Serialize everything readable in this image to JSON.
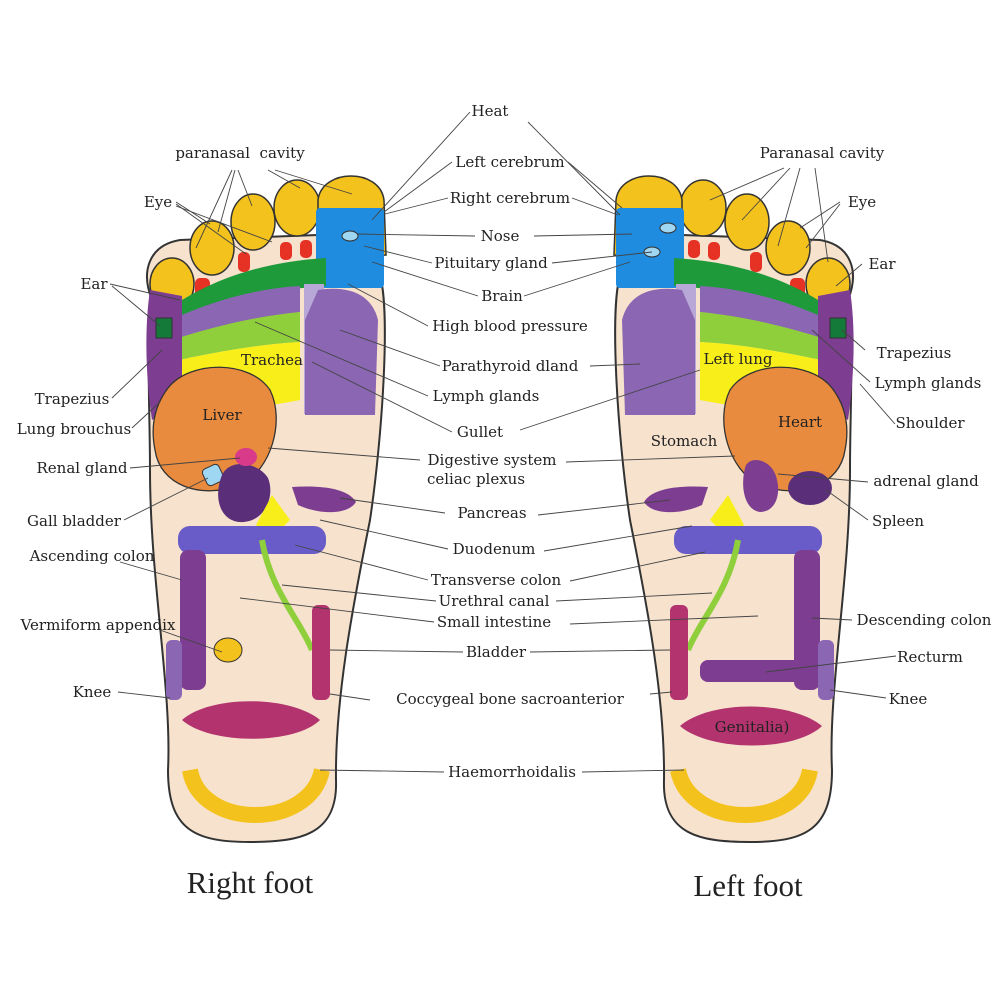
{
  "titles": {
    "right_foot": "Right foot",
    "left_foot": "Left foot"
  },
  "right_labels": {
    "paranasal": "paranasal  cavity",
    "eye": "Eye",
    "ear": "Ear",
    "trapezius": "Trapezius",
    "lung": "Lung brouchus",
    "renal": "Renal gland",
    "gall": "Gall bladder",
    "ascending": "Ascending colon",
    "vermiform": "Vermiform appendix",
    "knee": "Knee"
  },
  "center_labels": {
    "heat": "Heat",
    "left_cerebrum": "Left cerebrum",
    "right_cerebrum": "Right cerebrum",
    "nose": "Nose",
    "pituitary": "Pituitary gland",
    "brain": "Brain",
    "hbp": "High blood pressure",
    "parathyroid": "Parathyroid dland",
    "lymph": "Lymph glands",
    "gullet": "Gullet",
    "digestive1": "Digestive system",
    "digestive2": "celiac plexus",
    "pancreas": "Pancreas",
    "duodenum": "Duodenum",
    "transverse": "Transverse colon",
    "urethral": "Urethral canal",
    "small": "Small intestine",
    "bladder": "Bladder",
    "coccygeal": "Coccygeal bone sacroanterior",
    "haemo": "Haemorrhoidalis"
  },
  "left_labels": {
    "paranasal": "Paranasal cavity",
    "eye": "Eye",
    "ear": "Ear",
    "trapezius": "Trapezius",
    "lymph": "Lymph glands",
    "shoulder": "Shoulder",
    "adrenal": "adrenal gland",
    "spleen": "Spleen",
    "descending": "Descending colon",
    "recturm": "Recturm",
    "knee": "Knee"
  },
  "inner_labels": {
    "trachea": "Trachea",
    "liver": "Liver",
    "left_lung": "Left lung",
    "heart": "Heart",
    "stomach": "Stomach",
    "genitalia": "Genitalia)"
  }
}
